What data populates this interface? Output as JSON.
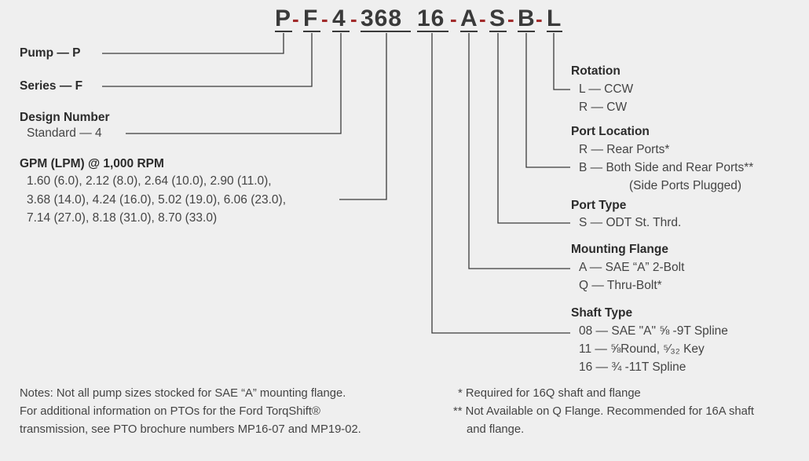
{
  "code": {
    "chars": [
      "P",
      "F",
      "4",
      "368",
      "16",
      "A",
      "S",
      "B",
      "L"
    ]
  },
  "left": {
    "pump": "Pump — P",
    "series": "Series — F",
    "design_heading": "Design Number",
    "design_value": "Standard — 4",
    "gpm_heading": "GPM (LPM) @ 1,000 RPM",
    "gpm_lines": [
      "1.60 (6.0), 2.12 (8.0), 2.64 (10.0), 2.90 (11.0),",
      "3.68 (14.0), 4.24 (16.0), 5.02 (19.0), 6.06 (23.0),",
      "7.14 (27.0), 8.18 (31.0), 8.70 (33.0)"
    ]
  },
  "right": {
    "rotation_heading": "Rotation",
    "rotation_items": [
      "L — CCW",
      "R — CW"
    ],
    "port_location_heading": "Port Location",
    "port_location_items": [
      "R — Rear Ports*",
      "B — Both Side and Rear Ports**",
      "(Side Ports Plugged)"
    ],
    "port_type_heading": "Port Type",
    "port_type_items": [
      "S — ODT St. Thrd."
    ],
    "mounting_heading": "Mounting Flange",
    "mounting_items": [
      "A — SAE “A” 2-Bolt",
      "Q — Thru-Bolt*"
    ],
    "shaft_heading": "Shaft Type",
    "shaft_items": [
      "08 — SAE \"A\"  ⅝ -9T Spline",
      "11 — ⅝Round, ⁵⁄₃₂ Key",
      "16 — ¾ -11T Spline"
    ]
  },
  "notes": {
    "left_lines": [
      "Notes: Not all pump sizes stocked for SAE “A” mounting flange.",
      "For additional information on PTOs for the Ford TorqShift®",
      "transmission, see PTO brochure numbers MP16-07 and MP19-02."
    ],
    "right_lines": [
      "* Required for 16Q shaft and flange",
      "** Not Available on Q Flange. Recommended for 16A shaft",
      "and flange."
    ]
  },
  "colors": {
    "text": "#3a3a3a",
    "dash": "#a12a2a",
    "background": "#efefef"
  }
}
